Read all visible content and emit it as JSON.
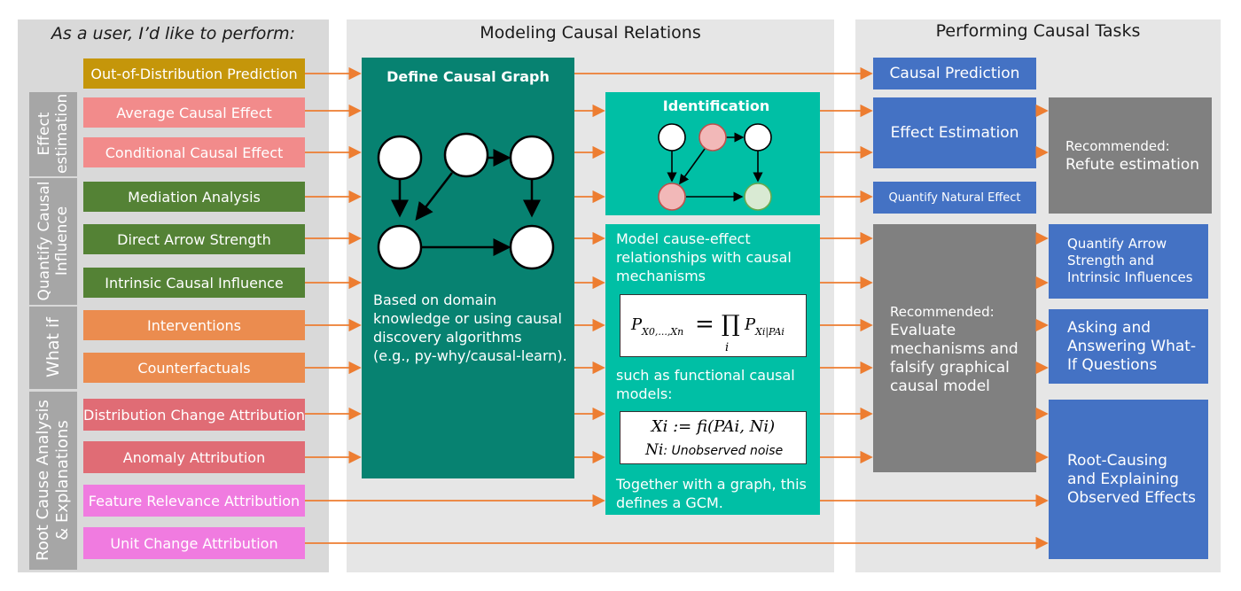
{
  "columns": {
    "left": "As a user, I’d like to perform:",
    "middle": "Modeling Causal Relations",
    "right": "Performing Causal Tasks"
  },
  "groups": {
    "effect": "Effect estimation",
    "influence_l1": "Quantify Causal",
    "influence_l2": "Influence",
    "whatif": "What if",
    "rca_l1": "Root Cause Analysis",
    "rca_l2": "& Explanations"
  },
  "items": {
    "ood": "Out-of-Distribution Prediction",
    "ace": "Average Causal Effect",
    "cce": "Conditional Causal Effect",
    "mediation": "Mediation Analysis",
    "arrow_strength": "Direct Arrow Strength",
    "intrinsic": "Intrinsic Causal Influence",
    "interventions": "Interventions",
    "counterfactuals": "Counterfactuals",
    "dist_change": "Distribution Change Attribution",
    "anomaly": "Anomaly Attribution",
    "feature_rel": "Feature Relevance Attribution",
    "unit_change": "Unit Change Attribution"
  },
  "define": {
    "title": "Define Causal Graph",
    "desc_l1": "Based on domain",
    "desc_l2": "knowledge or using causal",
    "desc_l3": "discovery algorithms",
    "desc_l4": "(e.g., py-why/causal-learn)."
  },
  "identification": {
    "title": "Identification"
  },
  "model": {
    "l1": "Model cause-effect",
    "l2": "relationships with causal",
    "l3": "mechanisms",
    "such_l1": "such as functional causal",
    "such_l2": "models:",
    "together_l1": "Together with a graph, this",
    "together_l2": "defines a GCM.",
    "formula1_lhs": "P",
    "formula1_lhs_sub": "X0,...,Xn",
    "formula1_eq": "= ∏",
    "formula1_prod_sub": "i",
    "formula1_rhs": "P",
    "formula1_rhs_sub": "Xi|PAi",
    "formula2_l1": "Xi := fi(PAi, Ni)",
    "formula2_l2_var": "Ni",
    "formula2_l2_text": ": Unobserved noise"
  },
  "tasks": {
    "causal_prediction": "Causal Prediction",
    "effect_estimation": "Effect Estimation",
    "quantify_natural": "Quantify Natural Effect",
    "refute_small": "Recommended:",
    "refute_big": "Refute estimation",
    "evaluate_small": "Recommended:",
    "evaluate_l1": "Evaluate",
    "evaluate_l2": "mechanisms and",
    "evaluate_l3": "falsify graphical",
    "evaluate_l4": "causal model",
    "arrow_l1": "Quantify Arrow",
    "arrow_l2": "Strength and",
    "arrow_l3": "Intrinsic Influences",
    "whatif_l1": "Asking and",
    "whatif_l2": "Answering What-",
    "whatif_l3": "If Questions",
    "root_l1": "Root-Causing",
    "root_l2": "and Explaining",
    "root_l3": "Observed Effects"
  },
  "colors": {
    "panel": "#d9d9d9",
    "group_gray": "#a6a6a6",
    "gold": "#c5960a",
    "pink": "#f28b8b",
    "green": "#548235",
    "orange": "#eb8c4f",
    "red": "#e06c75",
    "magenta": "#f07be0",
    "teal_dark": "#078271",
    "teal": "#00bfa5",
    "blue": "#4472c4",
    "dark_gray": "#808080",
    "arrow": "#ed7d31"
  }
}
